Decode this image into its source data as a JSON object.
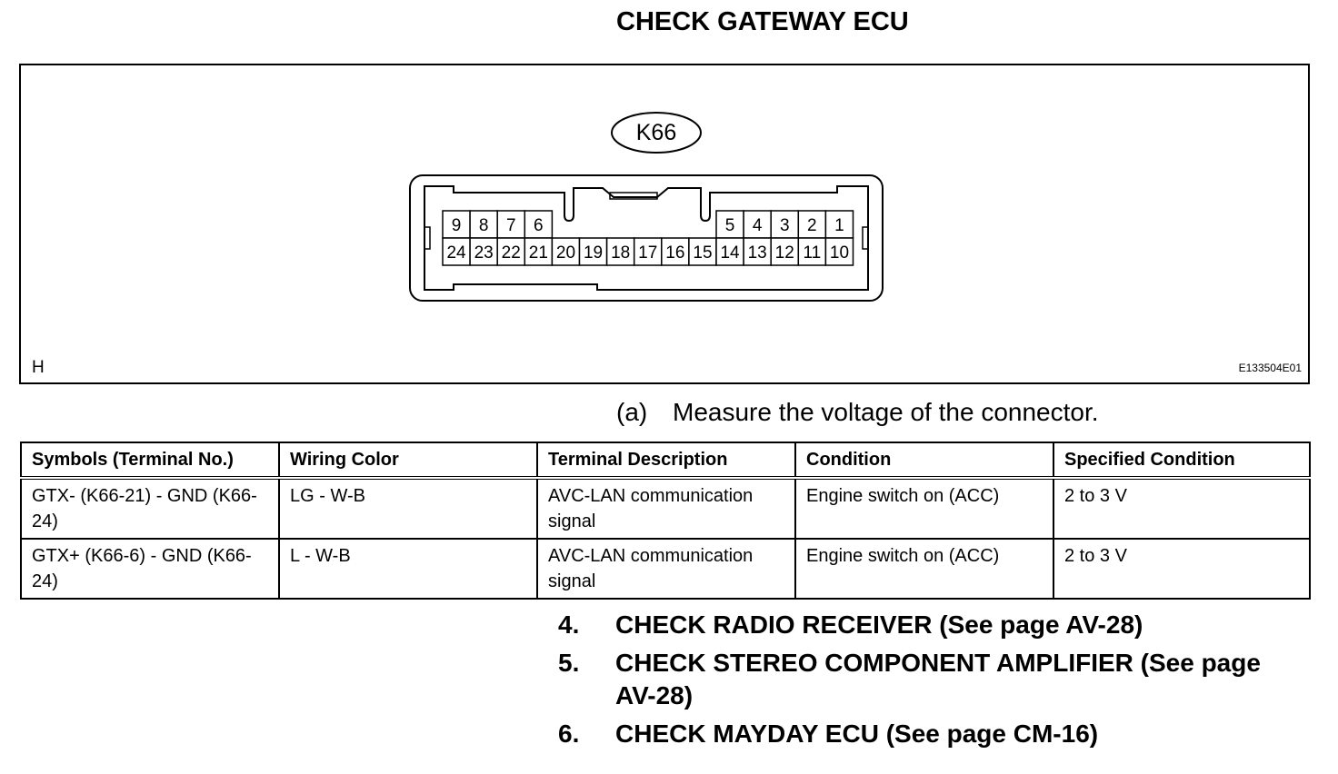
{
  "heading": "CHECK GATEWAY ECU",
  "figure": {
    "connector_label": "K66",
    "corner_letter": "H",
    "figure_code": "E133504E01",
    "top_row_left": [
      "9",
      "8",
      "7",
      "6"
    ],
    "top_row_right": [
      "5",
      "4",
      "3",
      "2",
      "1"
    ],
    "bottom_row": [
      "24",
      "23",
      "22",
      "21",
      "20",
      "19",
      "18",
      "17",
      "16",
      "15",
      "14",
      "13",
      "12",
      "11",
      "10"
    ]
  },
  "substep": {
    "label": "(a)",
    "text": "Measure the voltage of the connector."
  },
  "table": {
    "headers": [
      "Symbols (Terminal No.)",
      "Wiring Color",
      "Terminal Description",
      "Condition",
      "Specified Condition"
    ],
    "rows": [
      [
        "GTX- (K66-21) - GND (K66-24)",
        "LG - W-B",
        "AVC-LAN communication signal",
        "Engine switch on (ACC)",
        "2 to 3 V"
      ],
      [
        "GTX+ (K66-6) - GND (K66-24)",
        "L - W-B",
        "AVC-LAN communication signal",
        "Engine switch on (ACC)",
        "2 to 3 V"
      ]
    ]
  },
  "steps": [
    {
      "num": "4.",
      "text": "CHECK RADIO RECEIVER (See page AV-28)"
    },
    {
      "num": "5.",
      "text": "CHECK STEREO COMPONENT AMPLIFIER (See page AV-28)"
    },
    {
      "num": "6.",
      "text": "CHECK MAYDAY ECU (See page CM-16)"
    }
  ]
}
